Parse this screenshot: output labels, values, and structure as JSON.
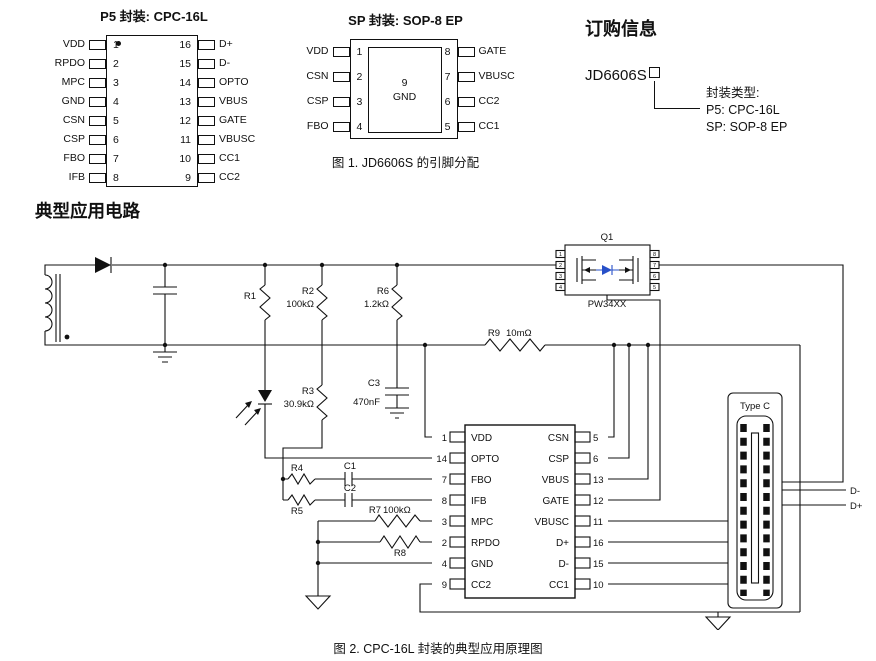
{
  "page": {
    "fig1_caption": "图 1. JD6606S 的引脚分配",
    "fig2_caption": "图 2. CPC-16L 封装的典型应用原理图",
    "circuit_title": "典型应用电路"
  },
  "p5": {
    "title": "P5 封装: CPC-16L",
    "left_labels": [
      "VDD",
      "RPDO",
      "MPC",
      "GND",
      "CSN",
      "CSP",
      "FBO",
      "IFB"
    ],
    "left_pins": [
      "1",
      "2",
      "3",
      "4",
      "5",
      "6",
      "7",
      "8"
    ],
    "right_pins": [
      "16",
      "15",
      "14",
      "13",
      "12",
      "11",
      "10",
      "9"
    ],
    "right_labels": [
      "D+",
      "D-",
      "OPTO",
      "VBUS",
      "GATE",
      "VBUSC",
      "CC1",
      "CC2"
    ]
  },
  "sop8": {
    "title": "SP 封装: SOP-8 EP",
    "left_labels": [
      "VDD",
      "CSN",
      "CSP",
      "FBO"
    ],
    "left_pins": [
      "1",
      "2",
      "3",
      "4"
    ],
    "right_pins": [
      "8",
      "7",
      "6",
      "5"
    ],
    "right_labels": [
      "GATE",
      "VBUSC",
      "CC2",
      "CC1"
    ],
    "ep_pin": "9",
    "ep_label": "GND"
  },
  "ordering": {
    "title": "订购信息",
    "part": "JD6606S",
    "note_title": "封装类型:",
    "option_p5": "P5: CPC-16L",
    "option_sp": "SP: SOP-8 EP"
  },
  "circuit": {
    "accent_blue": "#2750c8",
    "r1": "R1",
    "r2": "R2",
    "r2_val": "100kΩ",
    "r3": "R3",
    "r3_val": "30.9kΩ",
    "r4": "R4",
    "r5": "R5",
    "r6": "R6",
    "r6_val": "1.2kΩ",
    "r7": "R7",
    "r7_val": "100kΩ",
    "r8": "R8",
    "r9": "R9",
    "r9_val": "10mΩ",
    "c1": "C1",
    "c2": "C2",
    "c3": "C3",
    "c3_val": "470nF",
    "q1": "Q1",
    "q1_part": "PW34XX",
    "typec_label": "Type C",
    "dminus": "D-",
    "dplus": "D+",
    "ic_left": [
      {
        "pin": "1",
        "label": "VDD"
      },
      {
        "pin": "14",
        "label": "OPTO"
      },
      {
        "pin": "7",
        "label": "FBO"
      },
      {
        "pin": "8",
        "label": "IFB"
      },
      {
        "pin": "3",
        "label": "MPC"
      },
      {
        "pin": "2",
        "label": "RPDO"
      },
      {
        "pin": "4",
        "label": "GND"
      },
      {
        "pin": "9",
        "label": "CC2"
      }
    ],
    "ic_right": [
      {
        "pin": "5",
        "label": "CSN"
      },
      {
        "pin": "6",
        "label": "CSP"
      },
      {
        "pin": "13",
        "label": "VBUS"
      },
      {
        "pin": "12",
        "label": "GATE"
      },
      {
        "pin": "11",
        "label": "VBUSC"
      },
      {
        "pin": "16",
        "label": "D+"
      },
      {
        "pin": "15",
        "label": "D-"
      },
      {
        "pin": "10",
        "label": "CC1"
      }
    ],
    "q1_pins_left": [
      "1",
      "2",
      "3",
      "4"
    ],
    "q1_pins_right": [
      "8",
      "7",
      "6",
      "5"
    ]
  }
}
